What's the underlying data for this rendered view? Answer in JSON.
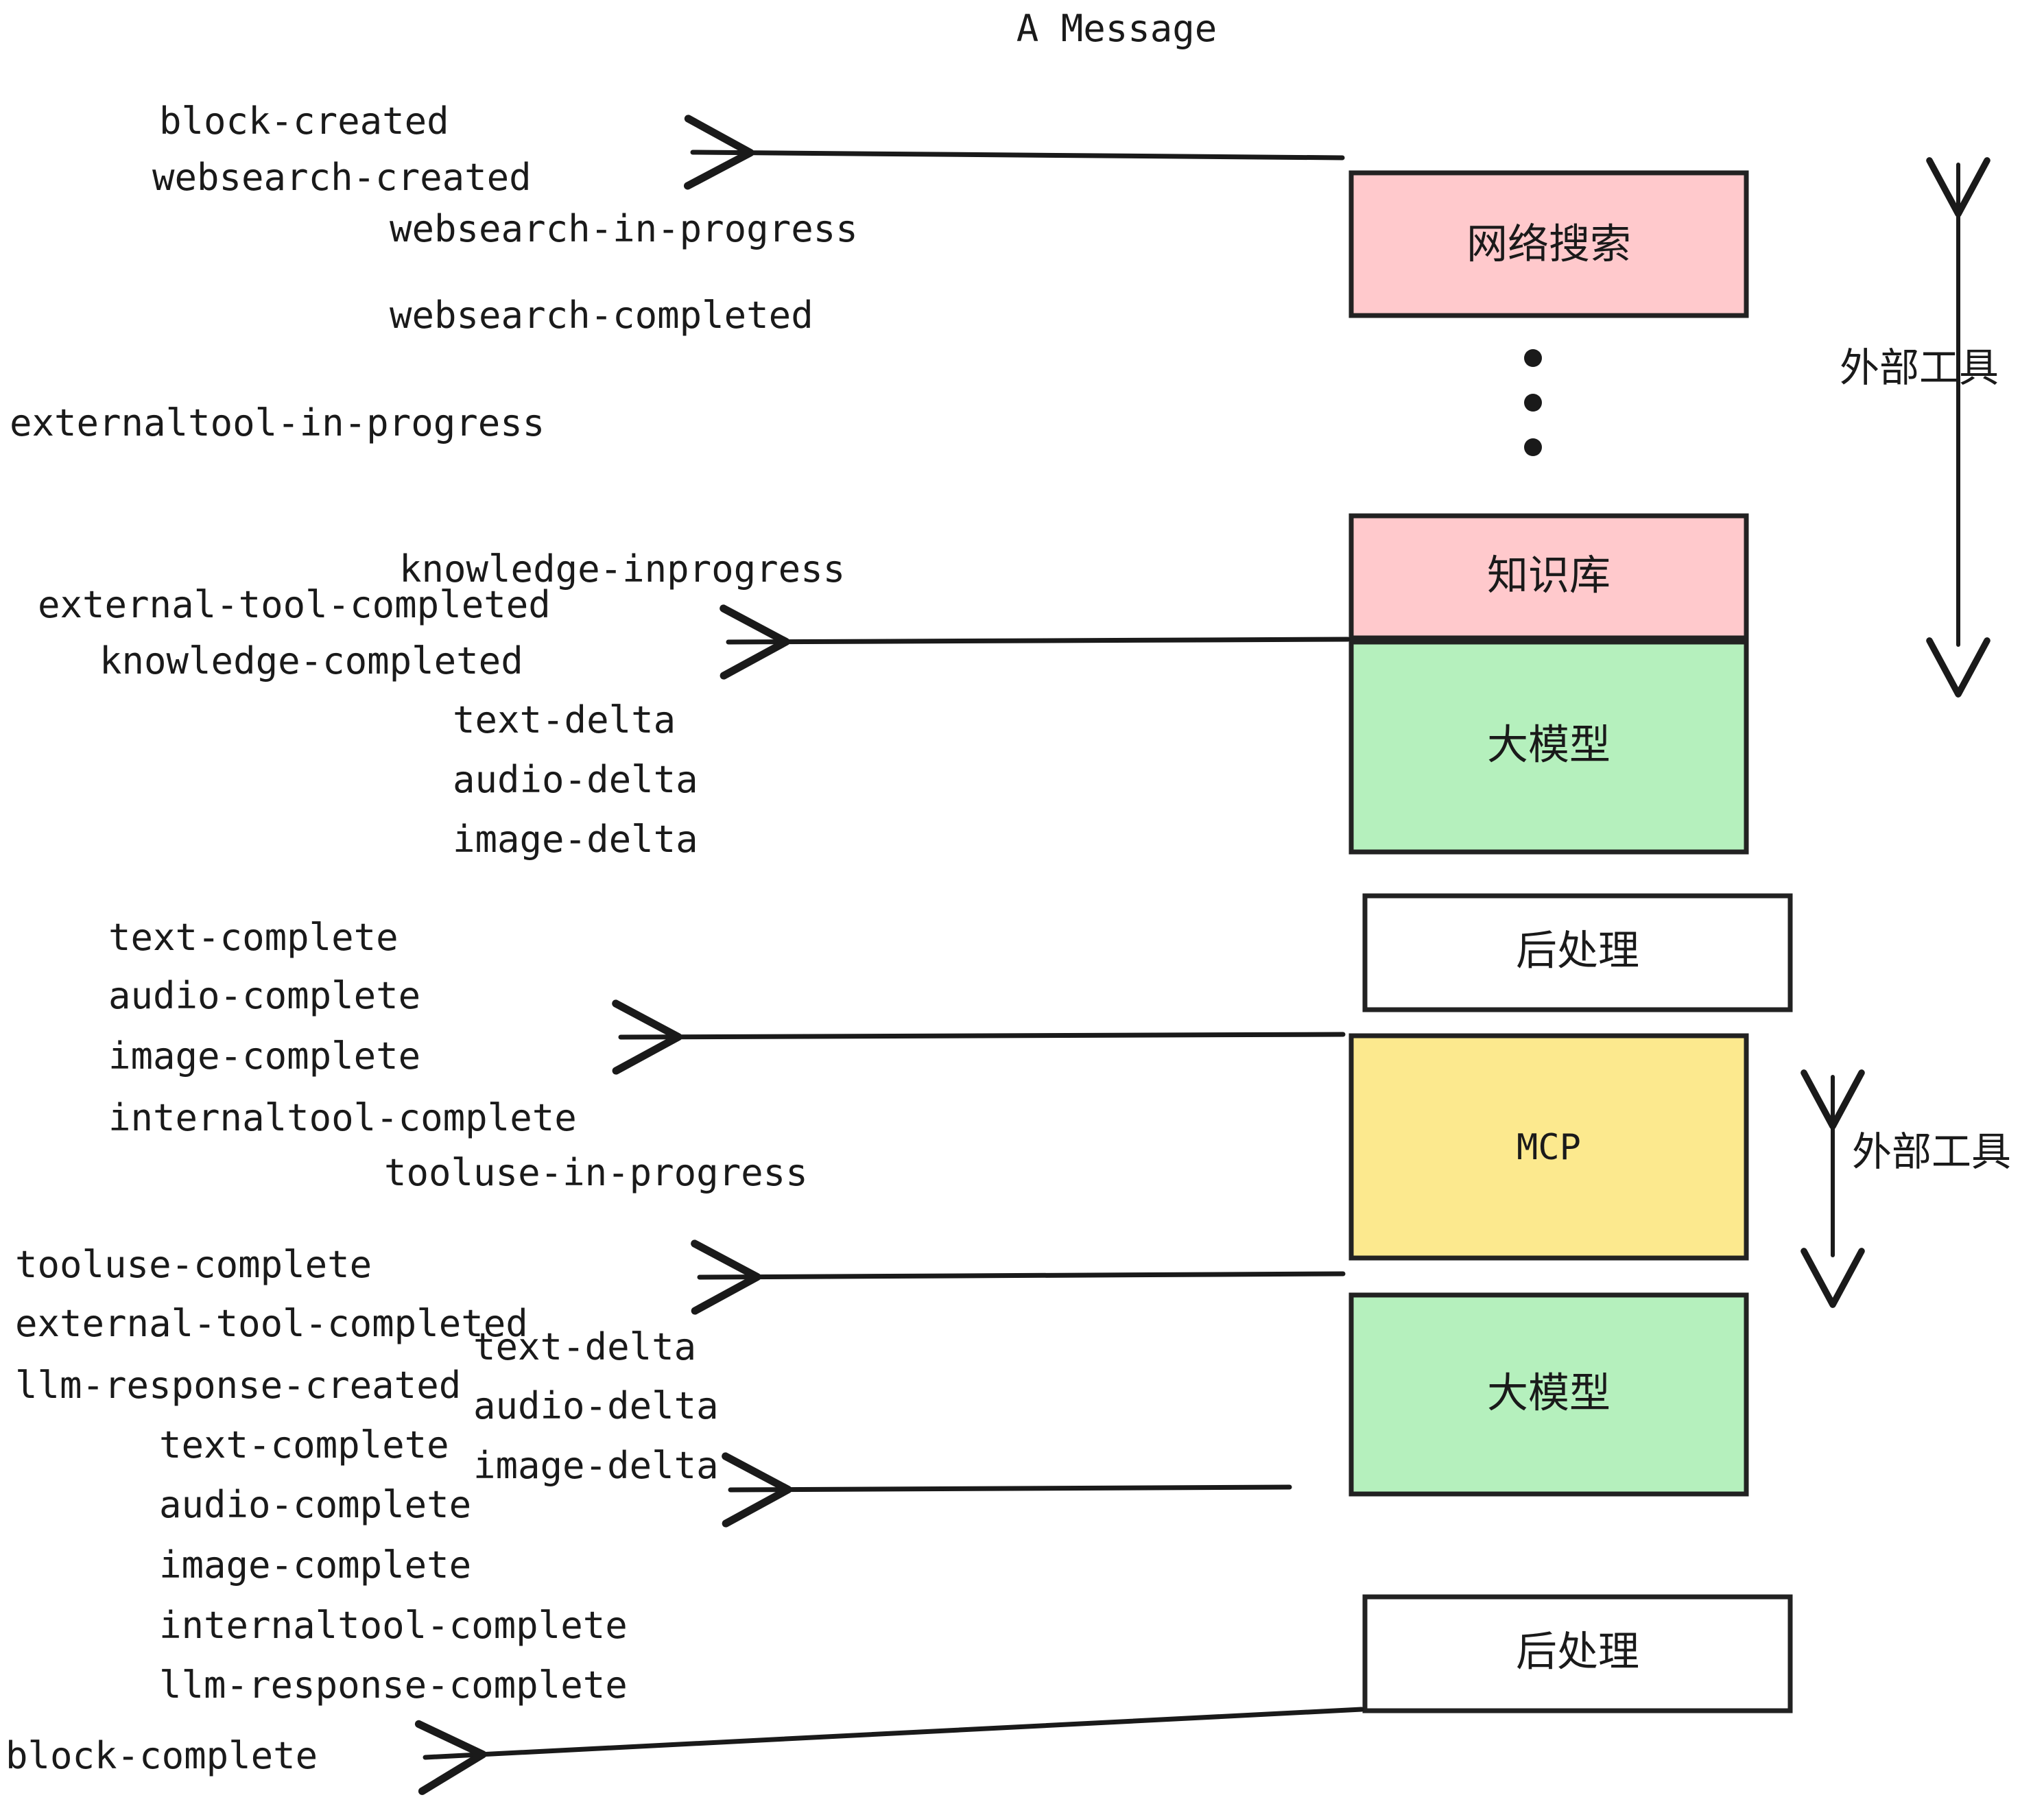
{
  "diagram": {
    "title": "A Message",
    "colors": {
      "pink": "#FFC9CC",
      "green": "#B5F0BD",
      "yellow": "#FCE98E",
      "white": "#FFFFFF",
      "stroke": "#222222",
      "text": "#1A1A1A"
    },
    "nodes": [
      {
        "id": "websearch",
        "label": "网络搜索",
        "fill": "#FFC9CC",
        "lang": "cjk"
      },
      {
        "id": "knowledge",
        "label": "知识库",
        "fill": "#FFC9CC",
        "lang": "cjk"
      },
      {
        "id": "llm-1",
        "label": "大模型",
        "fill": "#B5F0BD",
        "lang": "cjk"
      },
      {
        "id": "post-1",
        "label": "后处理",
        "fill": "#FFFFFF",
        "lang": "cjk"
      },
      {
        "id": "mcp",
        "label": "MCP",
        "fill": "#FCE98E",
        "lang": "mono"
      },
      {
        "id": "llm-2",
        "label": "大模型",
        "fill": "#B5F0BD",
        "lang": "cjk"
      },
      {
        "id": "post-2",
        "label": "后处理",
        "fill": "#FFFFFF",
        "lang": "cjk"
      }
    ],
    "side_labels": [
      {
        "id": "external-tool-top",
        "label": "外部工具"
      },
      {
        "id": "external-tool-bottom",
        "label": "外部工具"
      }
    ],
    "events": [
      {
        "id": "e01",
        "text": "block-created"
      },
      {
        "id": "e02",
        "text": "websearch-created"
      },
      {
        "id": "e03",
        "text": "websearch-in-progress"
      },
      {
        "id": "e04",
        "text": "websearch-completed"
      },
      {
        "id": "e05",
        "text": "externaltool-in-progress"
      },
      {
        "id": "e06",
        "text": "knowledge-inprogress"
      },
      {
        "id": "e07",
        "text": "external-tool-completed"
      },
      {
        "id": "e08",
        "text": "knowledge-completed"
      },
      {
        "id": "e09",
        "text": "text-delta"
      },
      {
        "id": "e10",
        "text": "audio-delta"
      },
      {
        "id": "e11",
        "text": "image-delta"
      },
      {
        "id": "e12",
        "text": "text-complete"
      },
      {
        "id": "e13",
        "text": "audio-complete"
      },
      {
        "id": "e14",
        "text": "image-complete"
      },
      {
        "id": "e15",
        "text": "internaltool-complete"
      },
      {
        "id": "e16",
        "text": "tooluse-in-progress"
      },
      {
        "id": "e17",
        "text": "tooluse-complete"
      },
      {
        "id": "e18",
        "text": "external-tool-completed"
      },
      {
        "id": "e19",
        "text": "llm-response-created"
      },
      {
        "id": "e20",
        "text": "text-delta"
      },
      {
        "id": "e21",
        "text": "audio-delta"
      },
      {
        "id": "e22",
        "text": "image-delta"
      },
      {
        "id": "e23",
        "text": "text-complete"
      },
      {
        "id": "e24",
        "text": "audio-complete"
      },
      {
        "id": "e25",
        "text": "image-complete"
      },
      {
        "id": "e26",
        "text": "internaltool-complete"
      },
      {
        "id": "e27",
        "text": "llm-response-complete"
      },
      {
        "id": "e28",
        "text": "block-complete"
      }
    ]
  }
}
